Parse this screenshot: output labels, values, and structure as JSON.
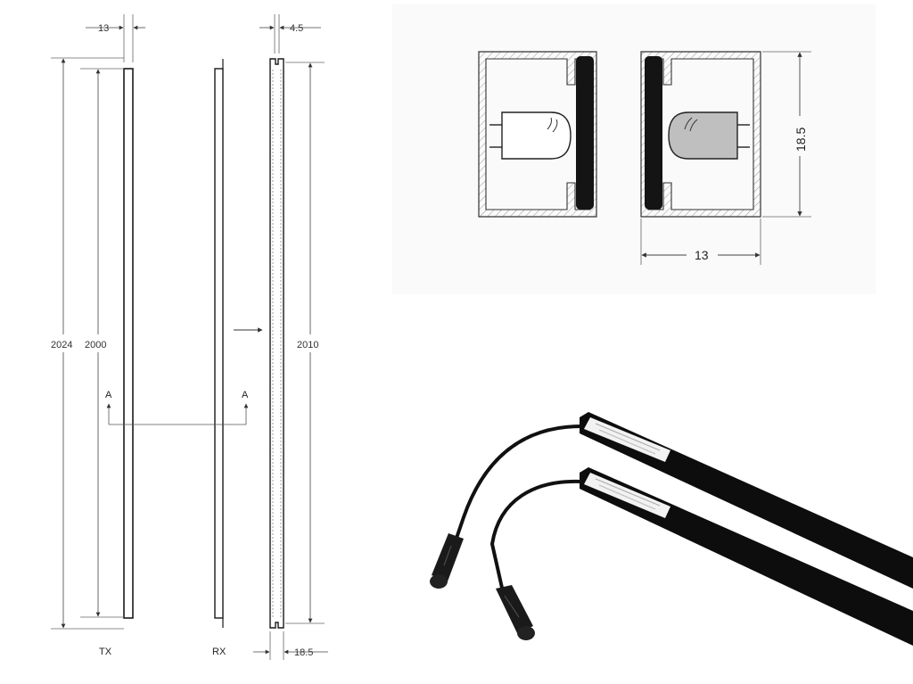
{
  "drawing": {
    "top_width_tx": "13",
    "top_width_rx": "4.5",
    "height_total": "2024",
    "height_active": "2000",
    "height_rx": "2010",
    "section_mark_left": "A",
    "section_mark_right": "A",
    "label_tx": "TX",
    "label_rx": "RX",
    "bottom_depth": "18.5"
  },
  "section": {
    "width": "13",
    "height": "18.5"
  },
  "colors": {
    "line": "#1a1a1a",
    "dim_line": "#444444",
    "hatch": "#999999",
    "lens_fill": "#bfbfbf",
    "section_bg": "#fafafa",
    "photo_bg": "#ffffff"
  }
}
